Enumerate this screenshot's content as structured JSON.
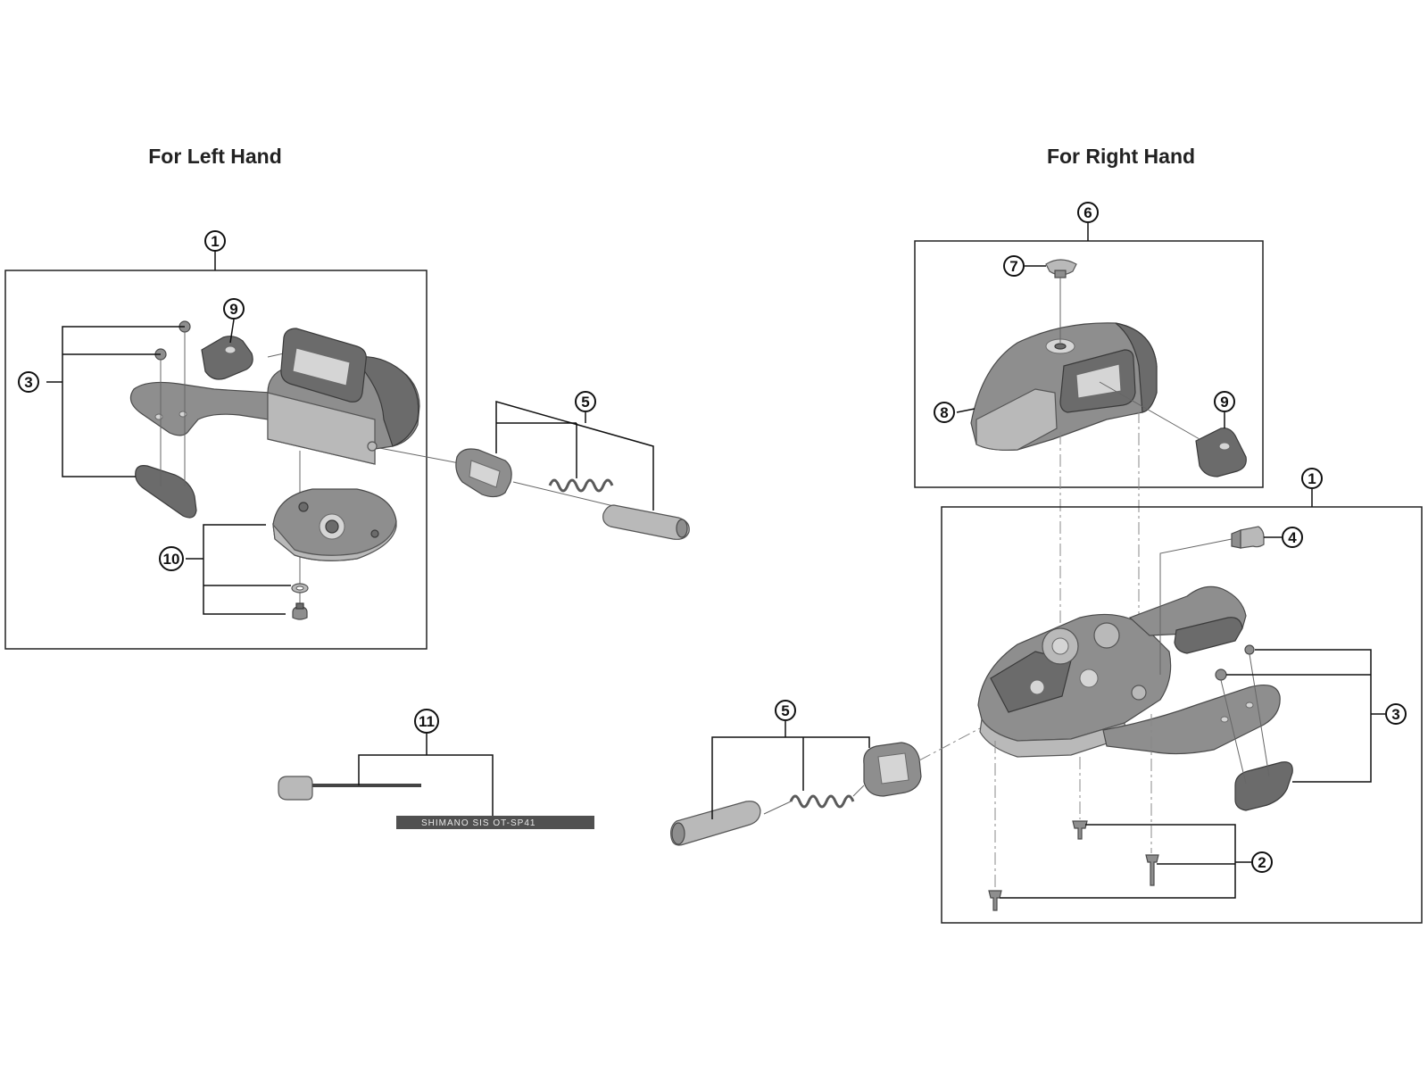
{
  "headings": {
    "left": "For Left Hand",
    "right": "For Right Hand"
  },
  "callouts": {
    "left_1": "1",
    "left_3": "3",
    "left_5": "5",
    "left_9": "9",
    "left_10": "10",
    "cable_11": "11",
    "right_1": "1",
    "right_2": "2",
    "right_3": "3",
    "right_4": "4",
    "right_5": "5",
    "right_6": "6",
    "right_7": "7",
    "right_8": "8",
    "right_9": "9"
  },
  "cable_print": "SHIMANO SIS OT-SP41",
  "colors": {
    "part_dark": "#6b6b6b",
    "part_mid": "#8e8e8e",
    "part_light": "#b9b9b9",
    "line": "#111111"
  }
}
